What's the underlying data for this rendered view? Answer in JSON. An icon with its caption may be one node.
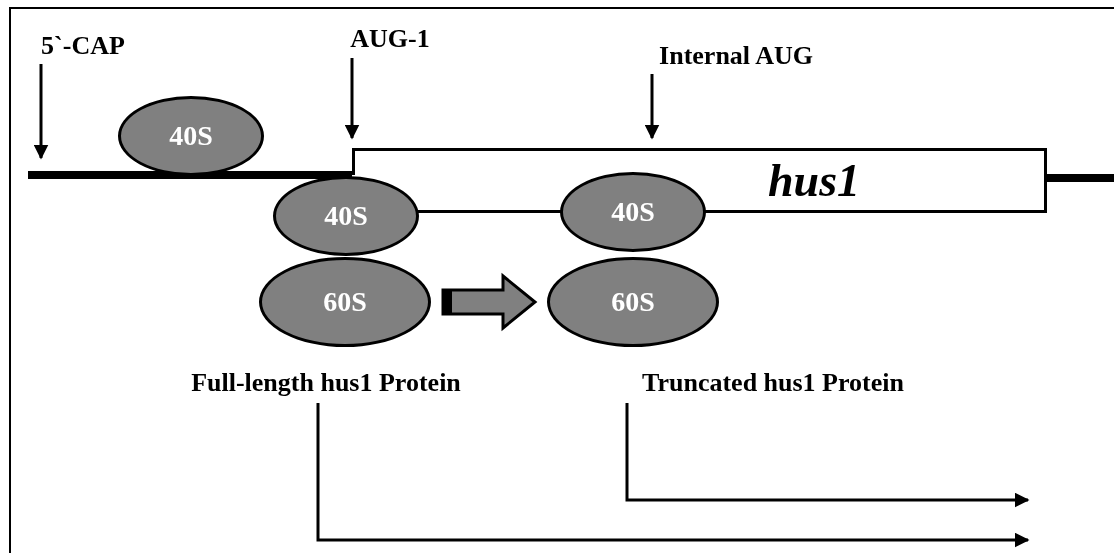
{
  "diagram": {
    "nodes": [
      {
        "text": [
          "5`-CAP"
        ]
      },
      {
        "text": [
          "AUG-1"
        ]
      },
      {
        "text": [
          "Internal AUG"
        ]
      },
      {
        "text": [
          "40S"
        ]
      },
      {
        "text": [
          "hus1"
        ]
      },
      {
        "text": [
          "40S"
        ]
      },
      {
        "text": [
          "60S"
        ]
      },
      {
        "text": [
          "40S"
        ]
      },
      {
        "text": [
          "60S"
        ]
      },
      {
        "text": [
          "Full-length hus1 Protein"
        ]
      },
      {
        "text": [
          "Truncated hus1 Protein"
        ]
      }
    ],
    "edges": [
      {
        "from": 0,
        "to": null,
        "arrow": "to"
      },
      {
        "from": 1,
        "to": null,
        "arrow": "to"
      },
      {
        "from": 2,
        "to": null,
        "arrow": "to"
      },
      {
        "from": 6,
        "to": 8,
        "arrow": "to",
        "style": "thick",
        "color": "#808080"
      },
      {
        "from": 10,
        "to": null,
        "arrow": "to"
      },
      {
        "from": 9,
        "to": null,
        "arrow": "to"
      }
    ]
  }
}
